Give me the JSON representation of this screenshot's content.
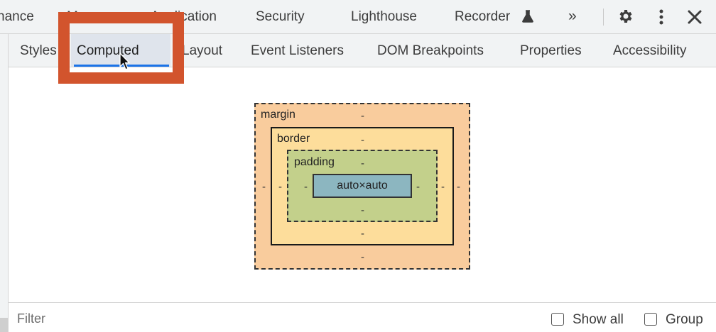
{
  "top_tabs": [
    "nance",
    "Memory",
    "Application",
    "Security",
    "Lighthouse",
    "Recorder"
  ],
  "toolbar": {
    "more_tabs": "»"
  },
  "sub_tabs": [
    "Styles",
    "Computed",
    "Layout",
    "Event Listeners",
    "DOM Breakpoints",
    "Properties",
    "Accessibility"
  ],
  "active_sub_tab": "Computed",
  "box_model": {
    "margin_label": "margin",
    "border_label": "border",
    "padding_label": "padding",
    "content": "auto×auto",
    "dash": "-"
  },
  "filter": {
    "placeholder": "Filter",
    "show_all_label": "Show all",
    "group_label": "Group"
  },
  "colors": {
    "highlight": "#d2542d",
    "active_tab_underline": "#1a73e8",
    "margin": "#f9cc9d",
    "border": "#fddd9b",
    "padding": "#c3d08b",
    "content": "#8cb6c0"
  }
}
